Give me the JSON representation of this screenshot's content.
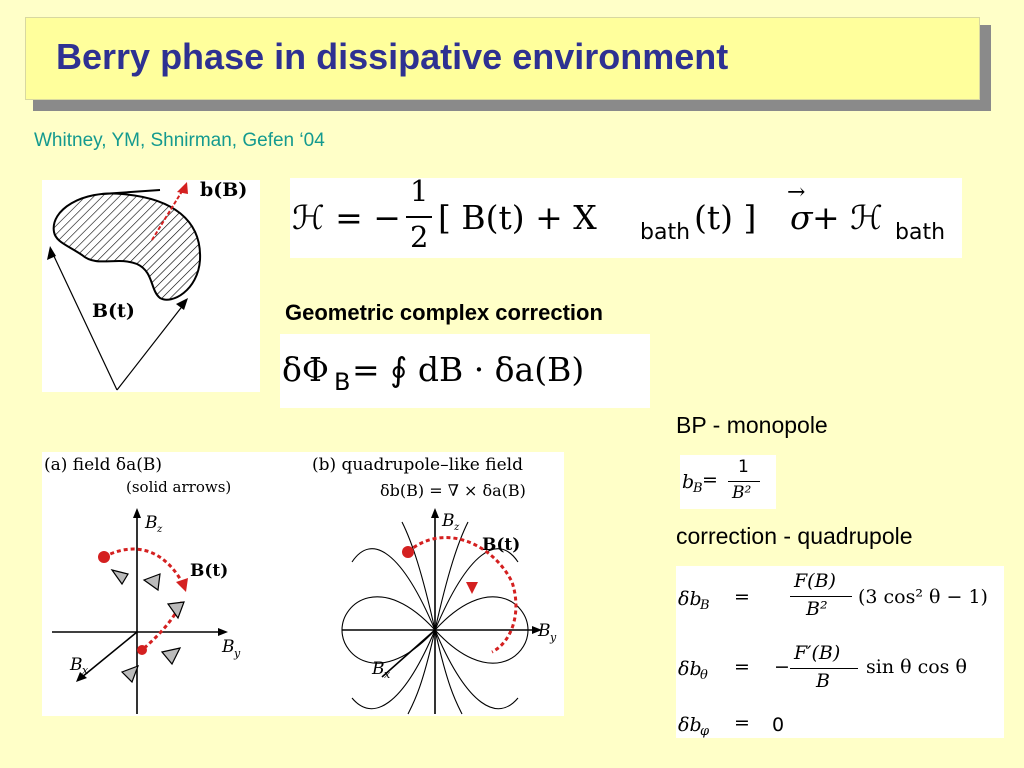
{
  "title": "Berry phase in dissipative environment",
  "authors": "Whitney, YM, Shnirman, Gefen ‘04",
  "loop_figure": {
    "top_label": "b(B)",
    "bottom_label": "B(t)"
  },
  "hamiltonian": {
    "lhs": "ℋ = −",
    "frac_num": "1",
    "frac_den": "2",
    "bracket_body": "[ B(t) + X",
    "sub_bath1": "bath",
    "bracket_close": "(t) ]",
    "sigma": "σ",
    "plus": " + ℋ",
    "sub_bath2": "bath"
  },
  "geometric_heading": "Geometric complex correction",
  "correction_eq": {
    "lhs": "δΦ",
    "lhs_sub": "B",
    "rhs": " = ∮ dB · δa(B)"
  },
  "monopole_label": "BP - monopole",
  "monopole_eq": {
    "lhs": "b",
    "lhs_sub": "B",
    "eq": " = ",
    "num": "1",
    "den": "B²"
  },
  "quadrupole_label": "correction - quadrupole",
  "quadrupole_eqs": [
    {
      "lhs": "δb",
      "sub": "B",
      "op": "=",
      "coef_num": "F(B)",
      "coef_den": "B²",
      "tail": "(3 cos² θ − 1)",
      "sign": ""
    },
    {
      "lhs": "δb",
      "sub": "θ",
      "op": "=",
      "coef_num": "F′(B)",
      "coef_den": "B",
      "tail": "sin θ cos θ",
      "sign": "−"
    },
    {
      "lhs": "δb",
      "sub": "φ",
      "op": "=",
      "coef_num": "",
      "coef_den": "",
      "tail": "0",
      "sign": ""
    }
  ],
  "field_figure": {
    "a_label": "(a) field δa(B)",
    "a_sub": "(solid arrows)",
    "b_label": "(b) quadrupole–like field",
    "b_sub": "δb(B) = ∇ × δa(B)",
    "axis_z": "B",
    "axis_z_sub": "z",
    "axis_y": "B",
    "axis_y_sub": "y",
    "axis_x": "B",
    "axis_x_sub": "x",
    "bt_label": "B(t)"
  },
  "colors": {
    "background": "#ffffc8",
    "title_text": "#2e3192",
    "authors_text": "#149a8f",
    "arrow_red": "#d42020"
  }
}
